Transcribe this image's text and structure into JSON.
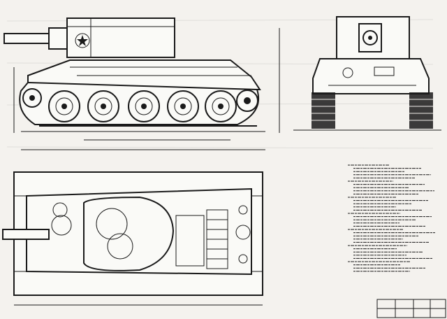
{
  "drawing": {
    "views": [
      {
        "name": "side-view"
      },
      {
        "name": "front-view"
      },
      {
        "name": "top-view"
      }
    ],
    "colors": {
      "paper": "#f4f2ee",
      "ink": "#1a1a1a",
      "sheet": "#fafaf7"
    },
    "notes_block": {
      "lines": 34
    },
    "title_block": {
      "cells": 8
    }
  }
}
